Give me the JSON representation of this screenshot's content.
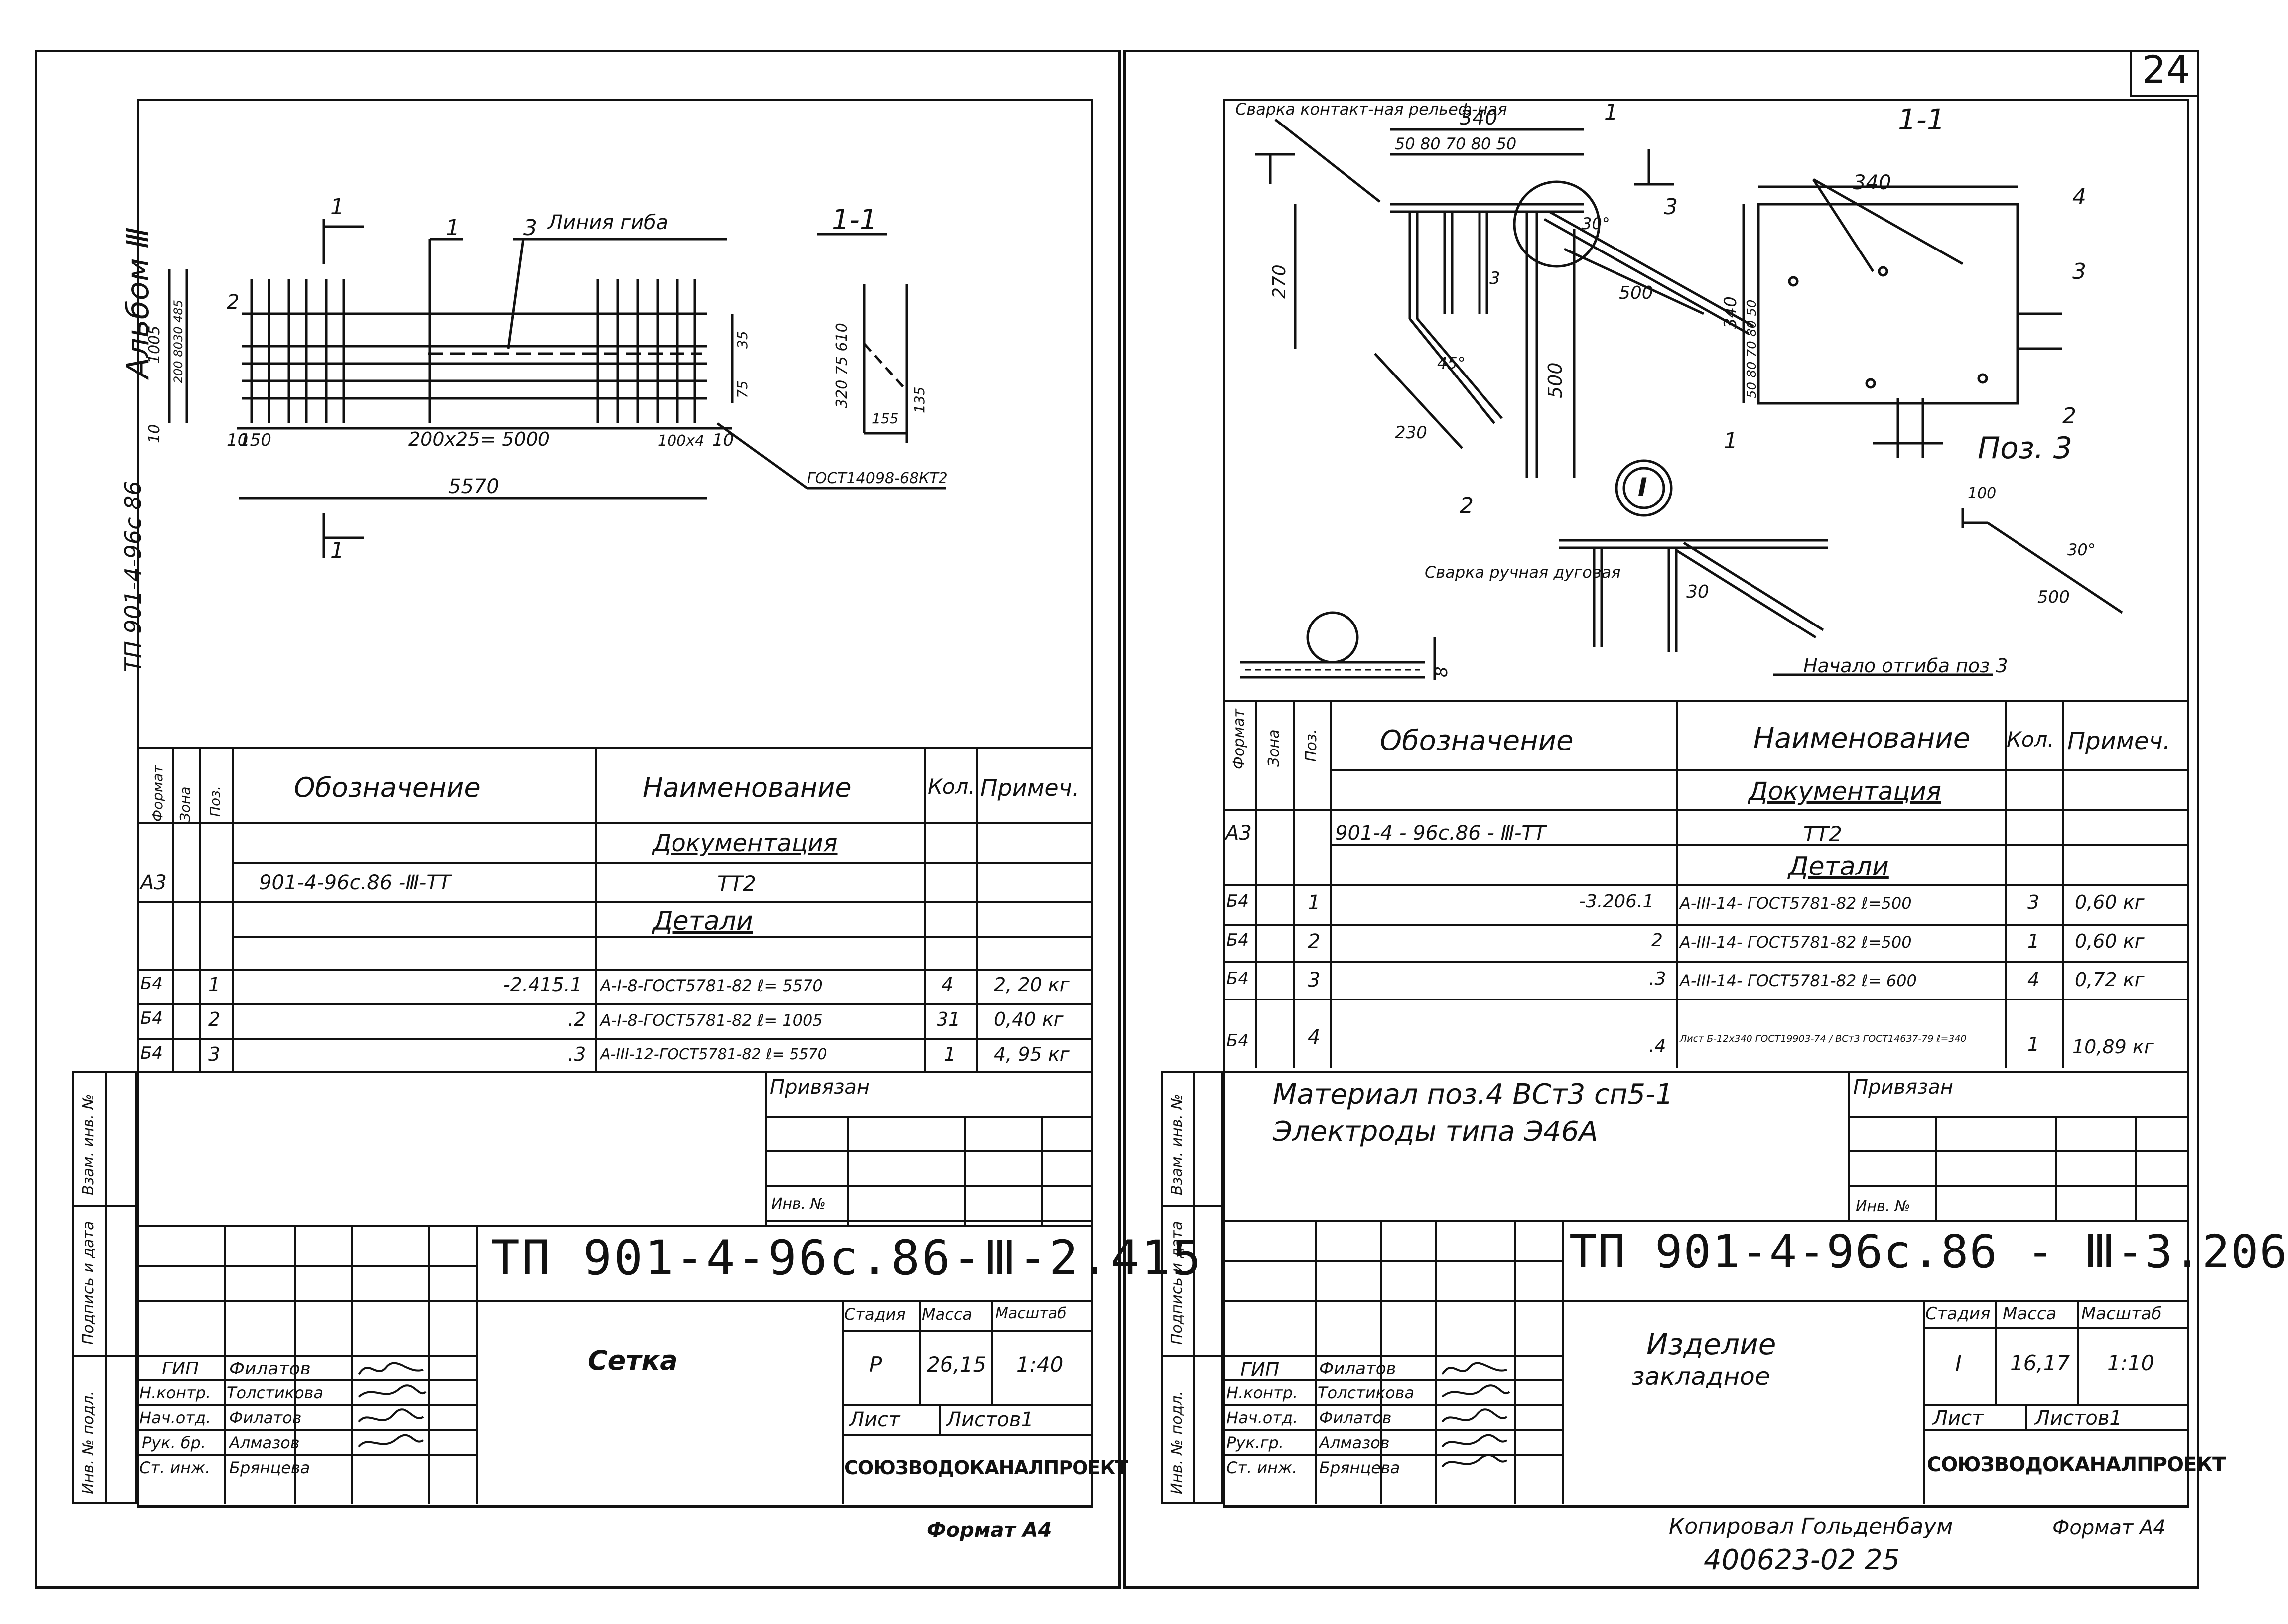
{
  "page_number": "24",
  "left": {
    "album_label": "Альбом Ⅲ",
    "project_code_vertical": "ТП 901-4-96с 86",
    "drawing": {
      "section_mark": "1",
      "section_title": "1-1",
      "pos1": "1",
      "pos2": "2",
      "pos3": "3",
      "bend_line": "Линия гиба",
      "dim_1005": "1005",
      "dim_small_stack": "200 8030 485",
      "dim_10a": "10",
      "dim_10b": "10",
      "dim_150": "150",
      "dim_mesh": "200х25= 5000",
      "dim_100x4": "100х4",
      "dim_10c": "10",
      "dim_35": "35",
      "dim_75": "75",
      "dim_5570": "5570",
      "dim_section": "320 75 610",
      "dim_155": "155",
      "dim_135": "135",
      "gost_weld": "ГОСТ14098-68КТ2"
    },
    "spec": {
      "headers": [
        "Формат",
        "Зона",
        "Поз.",
        "Обозначение",
        "Наименование",
        "Кол.",
        "Примеч."
      ],
      "section_docs": "Документация",
      "section_parts": "Детали",
      "rows": [
        {
          "format": "А3",
          "zone": "",
          "pos": "",
          "designation": "901-4-96с.86  -Ⅲ-ТТ",
          "name": "ТТ2",
          "qty": "",
          "note": ""
        },
        {
          "format": "Б4",
          "zone": "",
          "pos": "1",
          "designation": "-2.415.1",
          "name": "А-I-8-ГОСТ5781-82 ℓ= 5570",
          "qty": "4",
          "note": "2, 20 кг"
        },
        {
          "format": "Б4",
          "zone": "",
          "pos": "2",
          "designation": ".2",
          "name": "А-I-8-ГОСТ5781-82 ℓ= 1005",
          "qty": "31",
          "note": "0,40 кг"
        },
        {
          "format": "Б4",
          "zone": "",
          "pos": "3",
          "designation": ".3",
          "name": "А-III-12-ГОСТ5781-82 ℓ= 5570",
          "qty": "1",
          "note": "4, 95 кг"
        }
      ]
    },
    "side_labels": [
      "Взам. инв. №",
      "Подпись и дата",
      "Инв. № подл."
    ],
    "privyazan": "Привязан",
    "inv_no": "Инв. №",
    "title_code": "ТП 901-4-96с.86-Ⅲ-2.415",
    "title_name": "Сетка",
    "stage_header": "Стадия",
    "mass_header": "Масса",
    "scale_header": "Масштаб",
    "stage": "Р",
    "mass": "26,15",
    "scale": "1:40",
    "sheet": "Лист",
    "sheets": "Листов1",
    "org": "СОЮЗВОДОКАНАЛПРОЕКТ",
    "signers": [
      {
        "role": "ГИП",
        "name": "Филатов"
      },
      {
        "role": "Н.контр.",
        "name": "Толстикова"
      },
      {
        "role": "Нач.отд.",
        "name": "Филатов"
      },
      {
        "role": "Рук. бр.",
        "name": "Алмазов"
      },
      {
        "role": "Ст. инж.",
        "name": "Брянцева"
      }
    ],
    "format": "Формат А4"
  },
  "right": {
    "drawing": {
      "weld_contact": "Сварка контакт-ная рельеф-ная",
      "dim_340": "340",
      "dim_row": "50 80 70 80 50",
      "pos1": "1",
      "section": "1-1",
      "dim_270": "270",
      "dim_30deg": "30°",
      "pos3": "3",
      "dim_500": "500",
      "dim_45deg": "45°",
      "dim_230": "230",
      "dim_500v": "500",
      "pos2": "2",
      "section_340": "340",
      "section_340v": "340",
      "section_dims": "50 80 70 80 50",
      "pos4": "4",
      "pos3b": "3",
      "pos2b": "2",
      "pos1b": "1",
      "dim_3": "3",
      "pos3_label": "Поз. 3",
      "dim_100": "100",
      "dim_30deg_b": "30°",
      "dim_500b": "500",
      "node_mark": "I",
      "weld_manual": "Сварка ручная дуговая",
      "dim_30": "30",
      "dim_8": "8",
      "bend_start": "Начало отгиба поз 3"
    },
    "spec": {
      "headers": [
        "Формат",
        "Зона",
        "Поз.",
        "Обозначение",
        "Наименование",
        "Кол.",
        "Примеч."
      ],
      "section_docs": "Документация",
      "section_parts": "Детали",
      "rows": [
        {
          "format": "А3",
          "zone": "",
          "pos": "",
          "designation": "901-4 - 96с.86 - Ⅲ-ТТ",
          "name": "ТТ2",
          "qty": "",
          "note": ""
        },
        {
          "format": "Б4",
          "zone": "",
          "pos": "1",
          "designation": "-3.206.1",
          "name": "А-III-14- ГОСТ5781-82 ℓ=500",
          "qty": "3",
          "note": "0,60 кг"
        },
        {
          "format": "Б4",
          "zone": "",
          "pos": "2",
          "designation": "2",
          "name": "А-III-14- ГОСТ5781-82 ℓ=500",
          "qty": "1",
          "note": "0,60 кг"
        },
        {
          "format": "Б4",
          "zone": "",
          "pos": "3",
          "designation": ".3",
          "name": "А-III-14- ГОСТ5781-82 ℓ= 600",
          "qty": "4",
          "note": "0,72 кг"
        },
        {
          "format": "Б4",
          "zone": "",
          "pos": "4",
          "designation": ".4",
          "name": "Лист Б-12х340 ГОСТ19903-74 / ВСт3 ГОСТ14637-79 ℓ=340",
          "qty": "1",
          "note": "10,89 кг"
        }
      ]
    },
    "material_note": "Материал поз.4 ВСт3 сп5-1",
    "electrodes_note": "Электроды типа Э46А",
    "side_labels": [
      "Взам. инв. №",
      "Подпись и дата",
      "Инв. № подл."
    ],
    "privyazan": "Привязан",
    "inv_no": "Инв. №",
    "title_code": "ТП 901-4-96с.86 - Ⅲ-3.206",
    "title_name_1": "Изделие",
    "title_name_2": "закладное",
    "stage_header": "Стадия",
    "mass_header": "Масса",
    "scale_header": "Масштаб",
    "stage": "I",
    "mass": "16,17",
    "scale": "1:10",
    "sheet": "Лист",
    "sheets": "Листов1",
    "org": "СОЮЗВОДОКАНАЛПРОЕКТ",
    "signers": [
      {
        "role": "ГИП",
        "name": "Филатов"
      },
      {
        "role": "Н.контр.",
        "name": "Толстикова"
      },
      {
        "role": "Нач.отд.",
        "name": "Филатов"
      },
      {
        "role": "Рук.гр.",
        "name": "Алмазов"
      },
      {
        "role": "Ст. инж.",
        "name": "Брянцева"
      }
    ],
    "copied_by": "Копировал Гольденбаум",
    "archive_no": "400623-02  25",
    "format": "Формат А4"
  }
}
